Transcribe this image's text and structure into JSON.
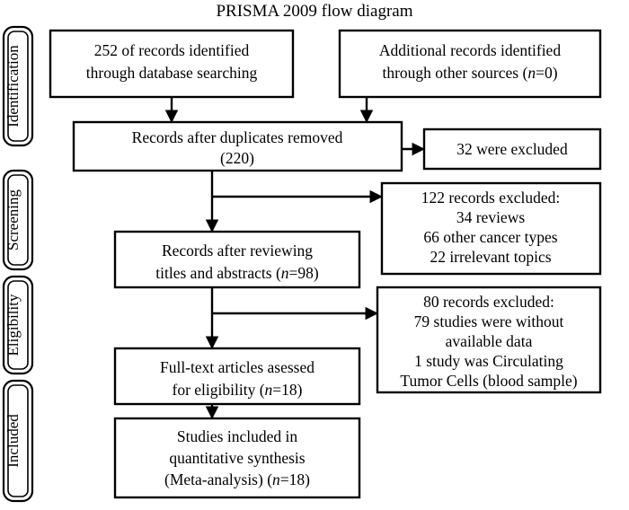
{
  "title": "PRISMA 2009 flow diagram",
  "stages": [
    {
      "id": "identification",
      "label": "Identification"
    },
    {
      "id": "screening",
      "label": "Screening"
    },
    {
      "id": "eligibility",
      "label": "Eligibility"
    },
    {
      "id": "included",
      "label": "Included"
    }
  ],
  "boxes": {
    "database_search": {
      "lines": [
        "252 of records identified",
        "through database searching"
      ]
    },
    "other_sources": {
      "lines": [
        "Additional records identified",
        "through other sources (n=0)"
      ]
    },
    "duplicates_removed": {
      "lines": [
        "Records after duplicates removed",
        "(220)"
      ]
    },
    "excluded_32": {
      "lines": [
        "32 were excluded"
      ]
    },
    "excluded_122": {
      "lines": [
        "122 records excluded:",
        "34 reviews",
        "66 other cancer types",
        "22 irrelevant topics"
      ]
    },
    "after_titles_abstracts": {
      "lines": [
        "Records after reviewing",
        "titles and abstracts (n=98)"
      ]
    },
    "excluded_80": {
      "lines": [
        "80 records excluded:",
        "79 studies were without",
        "available data",
        "1 study was Circulating",
        "Tumor Cells (blood sample)"
      ]
    },
    "fulltext_assessed": {
      "lines": [
        "Full-text articles asessed",
        "for eligibility (n=18)"
      ]
    },
    "studies_included": {
      "lines": [
        "Studies included in",
        "quantitative synthesis",
        "(Meta-analysis) (n=18)"
      ]
    }
  },
  "counts": {
    "identified_database": 252,
    "identified_other_sources": 0,
    "after_duplicates": 220,
    "duplicates_excluded": 32,
    "screened_excluded": 122,
    "screened_excluded_reviews": 34,
    "screened_excluded_other_cancer": 66,
    "screened_excluded_irrelevant": 22,
    "after_title_abstract": 98,
    "eligibility_excluded": 80,
    "eligibility_excluded_no_data": 79,
    "eligibility_excluded_ctc": 1,
    "included_studies": 18
  },
  "colors": {
    "stroke": "#000000",
    "background": "#ffffff",
    "text": "#000000"
  }
}
